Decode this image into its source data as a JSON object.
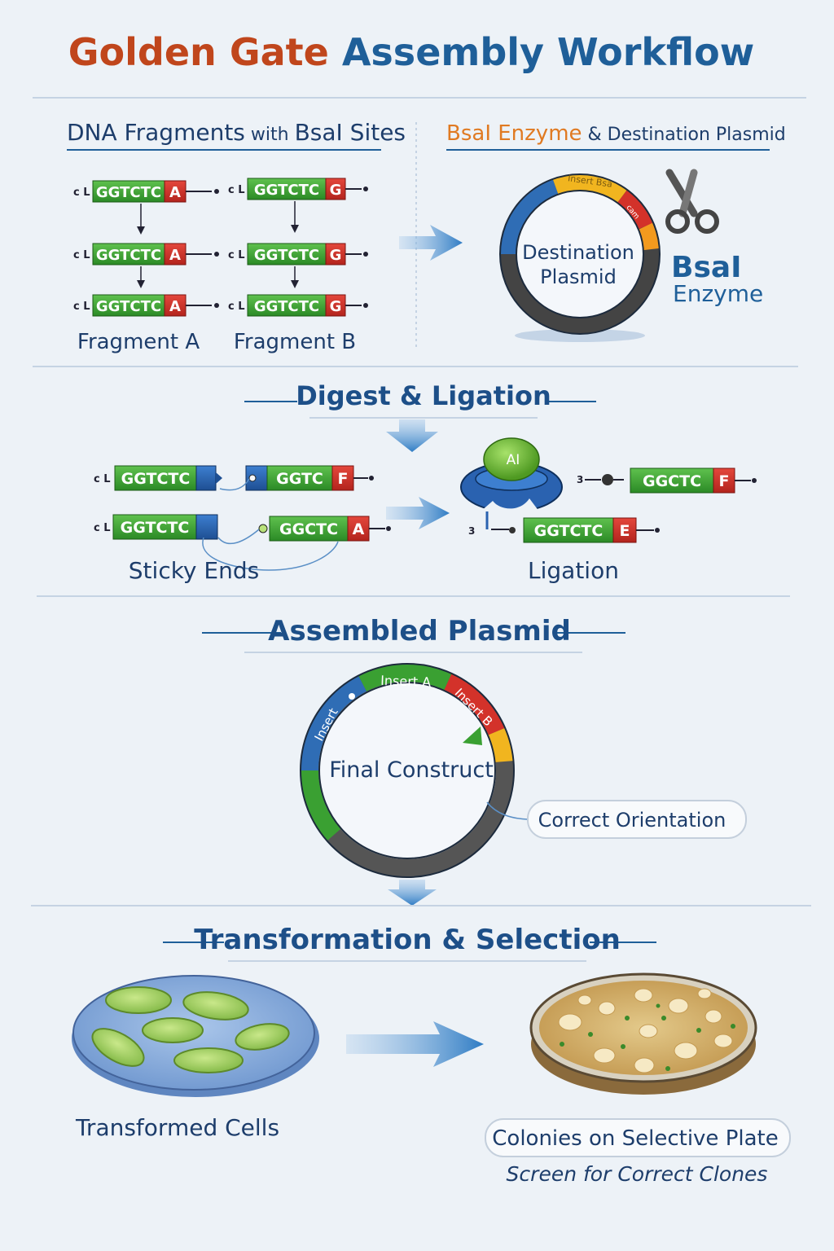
{
  "title": {
    "part1": "Golden Gate",
    "part2": " Assembly Workflow"
  },
  "section1": {
    "left_heading": {
      "a": "DNA Fragments",
      "b": " with ",
      "c": "BsaI Sites"
    },
    "right_heading": {
      "a": "BsaI Enzyme",
      "b": " & Destination Plasmid"
    },
    "seq": "GGTCTC",
    "seq_b": "GGTCTC",
    "prefix": "c L",
    "fragment_a": {
      "label": "Fragment A",
      "end": "A"
    },
    "fragment_b": {
      "label": "Fragment B",
      "end": "G"
    },
    "plasmid": {
      "line1": "Destination",
      "line2": "Plasmid",
      "insert_label": "Insert Bsa",
      "tag_label": "cam"
    },
    "enzyme": {
      "line1": "BsaI",
      "line2": "Enzyme"
    }
  },
  "section2": {
    "heading": "Digest & Ligation",
    "left": {
      "top_left_seq": "GGTCTC",
      "top_right_seq": "GGTC",
      "top_right_end": "F",
      "bottom_left_seq": "GGTCTC",
      "bottom_right_seq": "GGCTC",
      "bottom_right_end": "A",
      "label": "Sticky Ends"
    },
    "right": {
      "ligase_label": "AI",
      "top_seq": "GGCTC",
      "top_end": "F",
      "bottom_seq": "GGTCTC",
      "bottom_end": "E",
      "prime3": "3",
      "label": "Ligation"
    }
  },
  "section3": {
    "heading": "Assembled Plasmid",
    "center_label": "Final Construct",
    "insert_a": "Insert A",
    "insert_b": "Insert B",
    "insert_left": "Insert",
    "callout": "Correct Orientation"
  },
  "section4": {
    "heading": "Transformation & Selection",
    "left_label": "Transformed Cells",
    "right_label": "Colonies on Selective Plate",
    "right_sublabel": "Screen for Correct Clones"
  },
  "colors": {
    "title_orange": "#c0461c",
    "title_blue": "#1f5f99",
    "navy": "#1d3d6b",
    "green": "#3aa032",
    "red": "#d3322a",
    "blue_ring": "#2f6db5",
    "yellow": "#f1b51f"
  }
}
